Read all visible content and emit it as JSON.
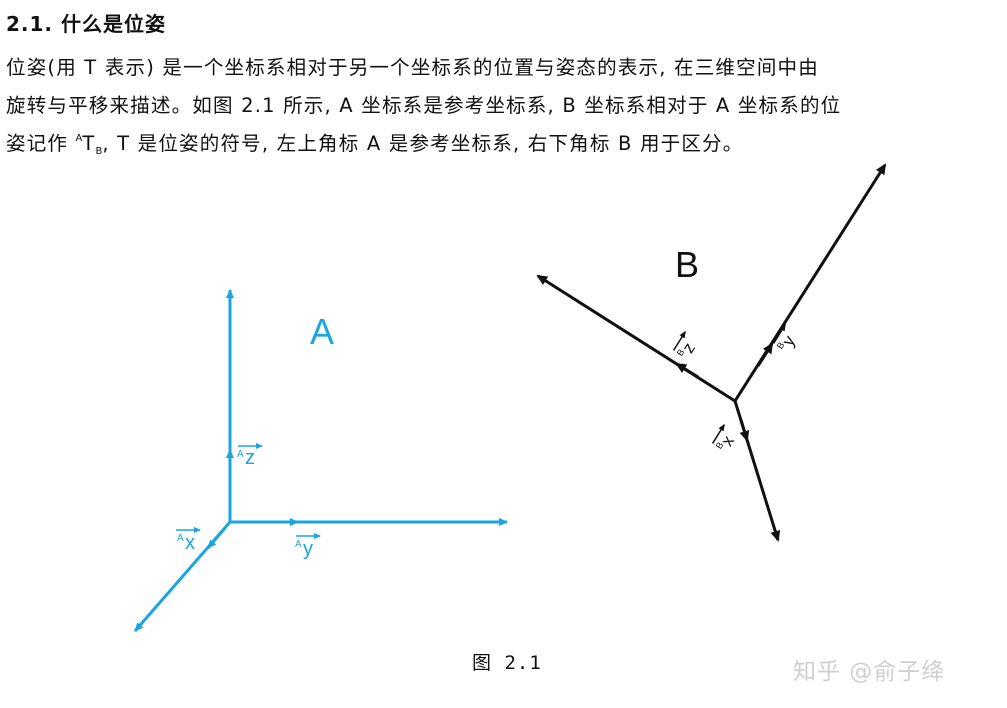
{
  "section": {
    "heading": "2.1. 什么是位姿",
    "line1": "位姿(用 T 表示) 是一个坐标系相对于另一个坐标系的位置与姿态的表示, 在三维空间中由",
    "line2": "旋转与平移来描述。如图 2.1 所示, A 坐标系是参考坐标系, B 坐标系相对于 A 坐标系的位",
    "line3_pre": "姿记作 ",
    "line3_sup": "A",
    "line3_T": "T",
    "line3_sub": "B",
    "line3_post": ", T 是位姿的符号, 左上角标 A 是参考坐标系, 右下角标 B 用于区分。"
  },
  "figure": {
    "frame_a": {
      "label": "A",
      "color": "#1aa5e0",
      "axes": {
        "z": {
          "prefix": "A",
          "letter": "z"
        },
        "y": {
          "prefix": "A",
          "letter": "y"
        },
        "x": {
          "prefix": "A",
          "letter": "x"
        }
      }
    },
    "frame_b": {
      "label": "B",
      "color": "#111111",
      "axes": {
        "z": {
          "prefix": "B",
          "letter": "z"
        },
        "y": {
          "prefix": "B",
          "letter": "y"
        },
        "x": {
          "prefix": "B",
          "letter": "x"
        }
      }
    },
    "caption": "图 2.1"
  },
  "watermark": "知乎 @俞子绛"
}
